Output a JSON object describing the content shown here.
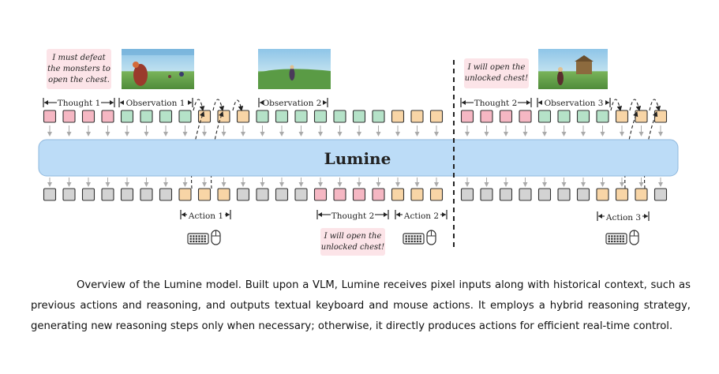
{
  "model": {
    "name": "Lumine"
  },
  "segments": {
    "thought1": "Thought 1",
    "observation1": "Observation 1",
    "observation2": "Observation 2",
    "thought2": "Thought 2",
    "observation3": "Observation 3",
    "action1": "Action 1",
    "thought2_out": "Thought 2",
    "action2": "Action 2",
    "action3": "Action 3"
  },
  "thought_bubbles": {
    "top_left": [
      "I must defeat",
      "the monsters to",
      "open the chest."
    ],
    "top_right": [
      "I will open the",
      "unlocked chest!"
    ],
    "bottom": [
      "I will open the",
      "unlocked chest!"
    ]
  },
  "token_colors": {
    "thought": "#f5b7c3",
    "observation": "#b5e2c8",
    "action": "#f8d5a6",
    "empty": "#d3d3d3",
    "model_fill": "#bcdcf7"
  },
  "caption": "Overview of the Lumine model. Built upon a VLM, Lumine receives pixel inputs along with historical context, such as previous actions and reasoning, and outputs textual keyboard and mouse actions. It employs a hybrid reasoning strategy, generating new reasoning steps only when necessary; otherwise, it directly produces actions for efficient real-time control."
}
